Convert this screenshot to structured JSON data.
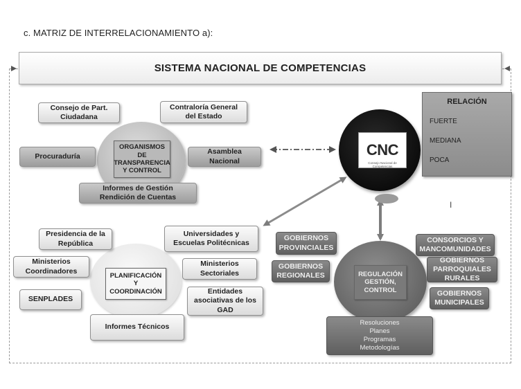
{
  "heading": "c.  MATRIZ DE INTERRELACIONAMIENTO a):",
  "banner": "SISTEMA NACIONAL  DE  COMPETENCIAS",
  "control": {
    "center": "ORGANISMOS\nDE\nTRANSPARENCIA\nY CONTROL",
    "consejo": "Consejo de Part.\nCiudadana",
    "contraloria": "Contraloría General\ndel Estado",
    "procuraduria": "Procuraduría",
    "asamblea": "Asamblea\nNacional",
    "informes": "Informes de Gestión\nRendición de Cuentas"
  },
  "cnc": {
    "logo": "CNC",
    "logo_sub": "Consejo Nacional de Competencias"
  },
  "legend": {
    "title": "RELACIÓN",
    "fuerte": "FUERTE",
    "mediana": "MEDIANA",
    "poca": "POCA"
  },
  "planificacion": {
    "center": "PLANIFICACIÓN\nY\nCOORDINACIÓN",
    "presidencia": "Presidencia de la\nRepública",
    "universidades": "Universidades y\nEscuelas Politécnicas",
    "ministerios_coord": "Ministerios\nCoordinadores",
    "ministerios_sect": "Ministerios\nSectoriales",
    "senplades": "SENPLADES",
    "entidades": "Entidades\nasociativas de los\nGAD",
    "informes": "Informes Técnicos"
  },
  "regulacion": {
    "center": "REGULACIÓN\nGESTIÓN,\nCONTROL",
    "provinciales": "GOBIERNOS\nPROVINCIALES",
    "regionales": "GOBIERNOS\nREGIONALES",
    "consorcios": "CONSORCIOS Y\nMANCOMUNIDADES",
    "parroquiales": "GOBIERNOS\nPARROQUIALES\nRURALES",
    "municipales": "GOBIERNOS\nMUNICIPALES",
    "outputs": "Resoluciones\nPlanes\nProgramas\nMetodologías"
  },
  "mark": "I"
}
